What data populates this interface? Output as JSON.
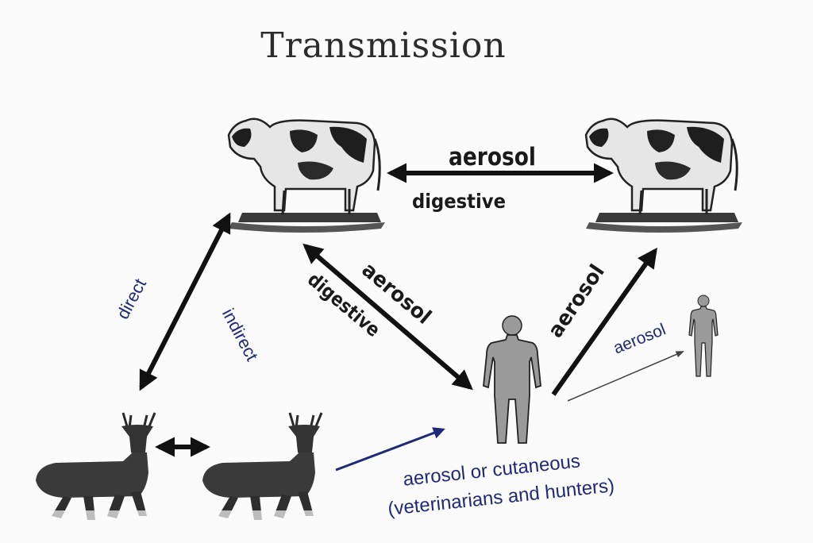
{
  "title": "Transmission",
  "labels": {
    "cows_top": "aerosol",
    "cows_bottom": "digestive",
    "cow_human_aerosol": "aerosol",
    "cow_human_digestive": "digestive",
    "human_cow_aerosol": "aerosol",
    "human_human_aerosol": "aerosol",
    "direct": "direct",
    "indirect": "indirect",
    "deer_human_line1": "aerosol or cutaneous",
    "deer_human_line2": "(veterinarians and hunters)"
  },
  "colors": {
    "arrow": "#111111",
    "blue_text": "#1e2a78",
    "human_fill": "#9a9a9a"
  },
  "icons": [
    "cow-icon",
    "deer-icon",
    "human-icon"
  ]
}
